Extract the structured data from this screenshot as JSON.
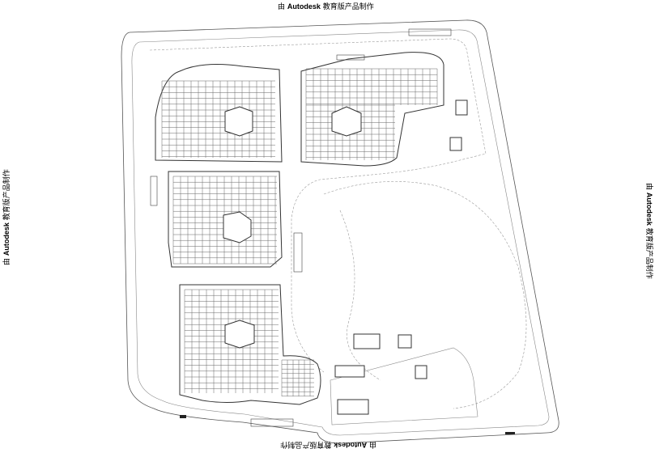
{
  "watermark": {
    "prefix": "由",
    "brand": "Autodesk",
    "suffix": "教育版产品制作"
  }
}
